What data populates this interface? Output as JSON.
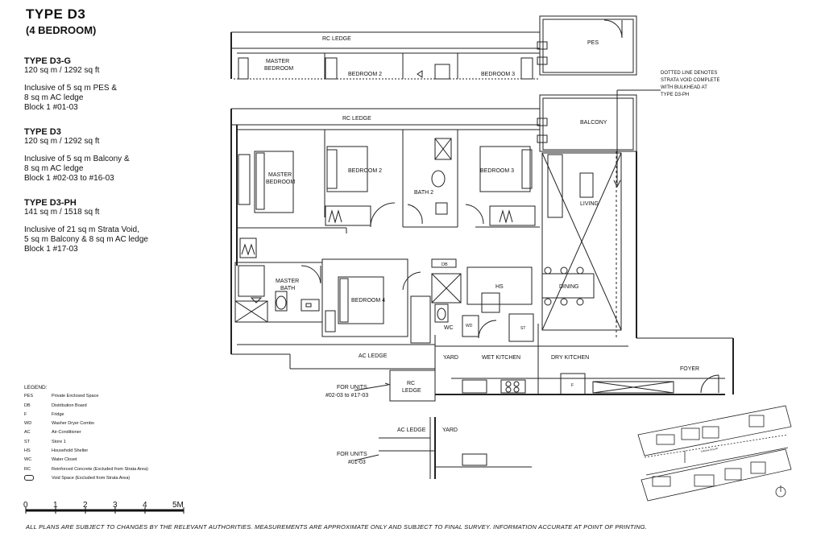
{
  "header": {
    "title": "TYPE  D3",
    "subtitle": "(4 BEDROOM)"
  },
  "unit_types": [
    {
      "name": "TYPE D3-G",
      "area": "120 sq m / 1292 sq ft",
      "notes": [
        "Inclusive of 5 sq m PES &",
        "8 sq m AC ledge",
        "Block 1 #01-03"
      ]
    },
    {
      "name": "TYPE D3",
      "area": "120 sq m / 1292 sq ft",
      "notes": [
        "Inclusive of 5 sq m Balcony &",
        "8 sq m AC ledge",
        "Block 1 #02-03 to #16-03"
      ]
    },
    {
      "name": "TYPE D3-PH",
      "area": "141 sq m / 1518 sq ft",
      "notes": [
        "Inclusive of 21 sq m Strata Void,",
        "5 sq m Balcony & 8 sq m AC ledge",
        "Block 1 #17-03"
      ]
    }
  ],
  "legend": {
    "title": "LEGEND:",
    "items": [
      {
        "key": "PES",
        "text": "Private Enclosed Space"
      },
      {
        "key": "DB",
        "text": "Distribution Board"
      },
      {
        "key": "F",
        "text": "Fridge"
      },
      {
        "key": "WD",
        "text": "Washer Dryer Combo"
      },
      {
        "key": "AC",
        "text": "Air-Conditioner"
      },
      {
        "key": "ST",
        "text": "Store 1"
      },
      {
        "key": "HS",
        "text": "Household Shelter"
      },
      {
        "key": "WC",
        "text": "Water Closet"
      },
      {
        "key": "RC",
        "text": "Reinforced Concrete (Excluded from Strata Area)"
      },
      {
        "key": "",
        "text": "Void Space (Excluded from Strata Area)"
      }
    ]
  },
  "scale_bar": {
    "labels": [
      "0",
      "1",
      "2",
      "3",
      "4",
      "5M"
    ]
  },
  "footer": "ALL PLANS ARE SUBJECT TO CHANGES BY THE RELEVANT AUTHORITIES. MEASUREMENTS ARE APPROXIMATE ONLY AND SUBJECT TO FINAL SURVEY. INFORMATION ACCURATE AT POINT OF PRINTING.",
  "plan_top": {
    "rc_ledge": "RC LEDGE",
    "pes": "PES",
    "master_bedroom_1": "MASTER",
    "master_bedroom_2": "BEDROOM",
    "bedroom2": "BEDROOM 2",
    "bedroom3": "BEDROOM 3"
  },
  "plan_main": {
    "rc_ledge": "RC LEDGE",
    "balcony": "BALCONY",
    "master_bedroom_1": "MASTER",
    "master_bedroom_2": "BEDROOM",
    "bedroom2": "BEDROOM 2",
    "bath2": "BATH 2",
    "bedroom3": "BEDROOM 3",
    "living": "LIVING",
    "master_bath_1": "MASTER",
    "master_bath_2": "BATH",
    "db": "DB",
    "hs": "HS",
    "dining": "DINING",
    "bedroom4": "BEDROOM 4",
    "wd": "WD",
    "wc": "WC",
    "st": "ST",
    "ac_ledge": "AC LEDGE",
    "yard": "YARD",
    "wet_kitchen": "WET KITCHEN",
    "dry_kitchen": "DRY KITCHEN",
    "foyer": "FOYER",
    "rc_ledge_2a": "RC",
    "rc_ledge_2b": "LEDGE",
    "fridge": "F",
    "for_units_1": "FOR UNITS",
    "for_units_2": "#02-03 to #17-03"
  },
  "void_note": {
    "lines": [
      "DOTTED LINE DENOTES",
      "STRATA VOID COMPLETE",
      "WITH BULKHEAD AT",
      "TYPE D3-PH"
    ]
  },
  "plan_bottom": {
    "ac_ledge": "AC LEDGE",
    "yard": "YARD",
    "for_units_1": "FOR UNITS",
    "for_units_2": "#01-03"
  },
  "site_plan": {
    "road_label": "TAMAN SIGLAP"
  }
}
